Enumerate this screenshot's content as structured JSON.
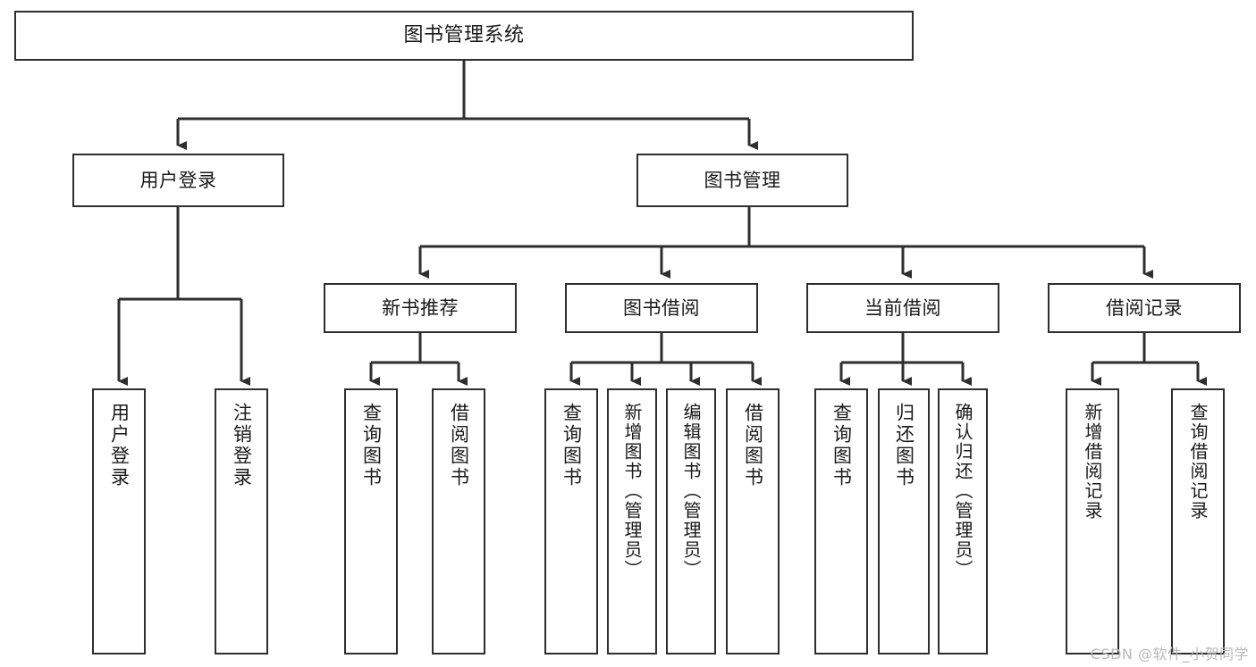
{
  "diagram": {
    "title": "图书管理系统",
    "watermark": "CSDN @软件_小贺同学",
    "colors": {
      "border": "#2e2e2e",
      "fill": "#ffffff",
      "text": "#1a1a1a",
      "edge": "#2e2e2e",
      "watermark": "#b9b9b9"
    },
    "root": {
      "label": "图书管理系统"
    },
    "level1": [
      {
        "label": "用户登录"
      },
      {
        "label": "图书管理"
      }
    ],
    "level2": [
      {
        "label": "新书推荐"
      },
      {
        "label": "图书借阅"
      },
      {
        "label": "当前借阅"
      },
      {
        "label": "借阅记录"
      }
    ],
    "leaves": {
      "user_login": [
        {
          "label": "用户登录"
        },
        {
          "label": "注销登录"
        }
      ],
      "new_book_recommend": [
        {
          "label": "查询图书"
        },
        {
          "label": "借阅图书"
        }
      ],
      "book_borrow": [
        {
          "label": "查询图书"
        },
        {
          "label": "新增图书（管理员）"
        },
        {
          "label": "编辑图书（管理员）"
        },
        {
          "label": "借阅图书"
        }
      ],
      "current_borrow": [
        {
          "label": "查询图书"
        },
        {
          "label": "归还图书"
        },
        {
          "label": "确认归还（管理员）"
        }
      ],
      "borrow_record": [
        {
          "label": "新增借阅记录"
        },
        {
          "label": "查询借阅记录"
        }
      ]
    }
  }
}
